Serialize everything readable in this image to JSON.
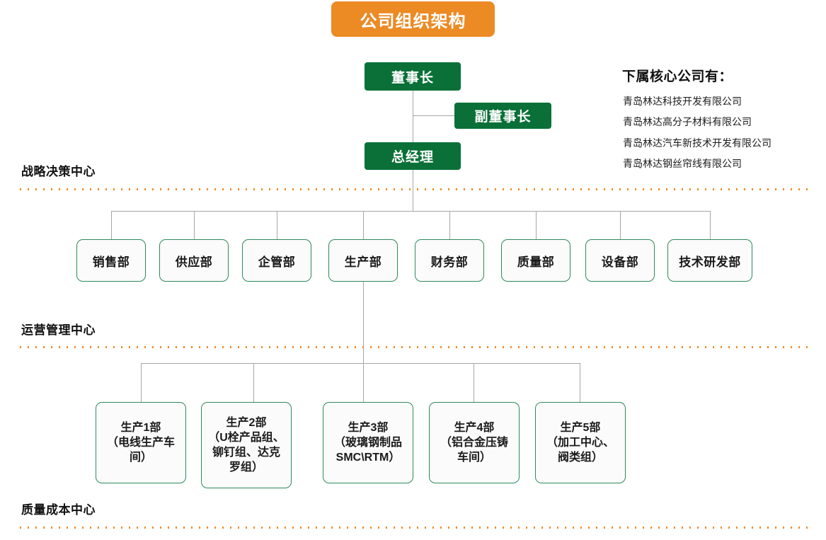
{
  "title": "公司组织架构",
  "colors": {
    "title_bg": "#ec8a24",
    "exec_box_bg": "#0a7038",
    "dept_box_border": "#2e8a5c",
    "divider": "#ef8b23",
    "connector": "#a6a6a6"
  },
  "executives": [
    {
      "label": "董事长",
      "level": "chairman"
    },
    {
      "label": "副董事长",
      "level": "vice-chairman"
    },
    {
      "label": "总经理",
      "level": "general-manager"
    }
  ],
  "departments": [
    {
      "label": "销售部"
    },
    {
      "label": "供应部"
    },
    {
      "label": "企管部"
    },
    {
      "label": "生产部"
    },
    {
      "label": "财务部"
    },
    {
      "label": "质量部"
    },
    {
      "label": "设备部"
    },
    {
      "label": "技术研发部"
    }
  ],
  "production_units": [
    {
      "label": "生产1部\n（电线生产车\n间）"
    },
    {
      "label": "生产2部\n（U栓产品组、\n铆钉组、达克\n罗组）"
    },
    {
      "label": "生产3部\n（玻璃钢制品\nSMC\\RTM）"
    },
    {
      "label": "生产4部\n（铝合金压铸\n车间）"
    },
    {
      "label": "生产5部\n（加工中心、\n阀类组）"
    }
  ],
  "zones": [
    {
      "label": "战略决策中心"
    },
    {
      "label": "运营管理中心"
    },
    {
      "label": "质量成本中心"
    }
  ],
  "subsidiaries": {
    "heading": "下属核心公司有：",
    "items": [
      "青岛林达科技开发有限公司",
      "青岛林达高分子材料有限公司",
      "青岛林达汽车新技术开发有限公司",
      "青岛林达钢丝帘线有限公司"
    ]
  }
}
